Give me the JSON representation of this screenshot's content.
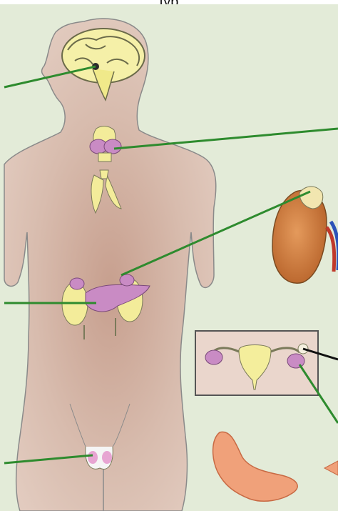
{
  "title_fragment": "typ",
  "colors": {
    "background": "#e3ebd8",
    "body": "#d7b8a8",
    "pointer_line": "#2e8b2e",
    "gland_pink": "#c98bc4",
    "gland_yellow": "#f4ee9c",
    "kidney": "#c8753a",
    "uterus_frame_bg": "#ead6cc"
  },
  "structures": [
    {
      "name": "brain-pituitary-region",
      "icon": "brain"
    },
    {
      "name": "thyroid-gland",
      "icon": "thyroid"
    },
    {
      "name": "thymus",
      "icon": "thymus"
    },
    {
      "name": "adrenal-kidney-pancreas-region",
      "icon": "abdominal-glands"
    },
    {
      "name": "testes",
      "icon": "testes"
    },
    {
      "name": "kidney-with-adrenal-gland",
      "icon": "kidney"
    },
    {
      "name": "uterus-with-ovaries",
      "icon": "uterus"
    },
    {
      "name": "placenta-like-tissue",
      "icon": "organ"
    }
  ]
}
